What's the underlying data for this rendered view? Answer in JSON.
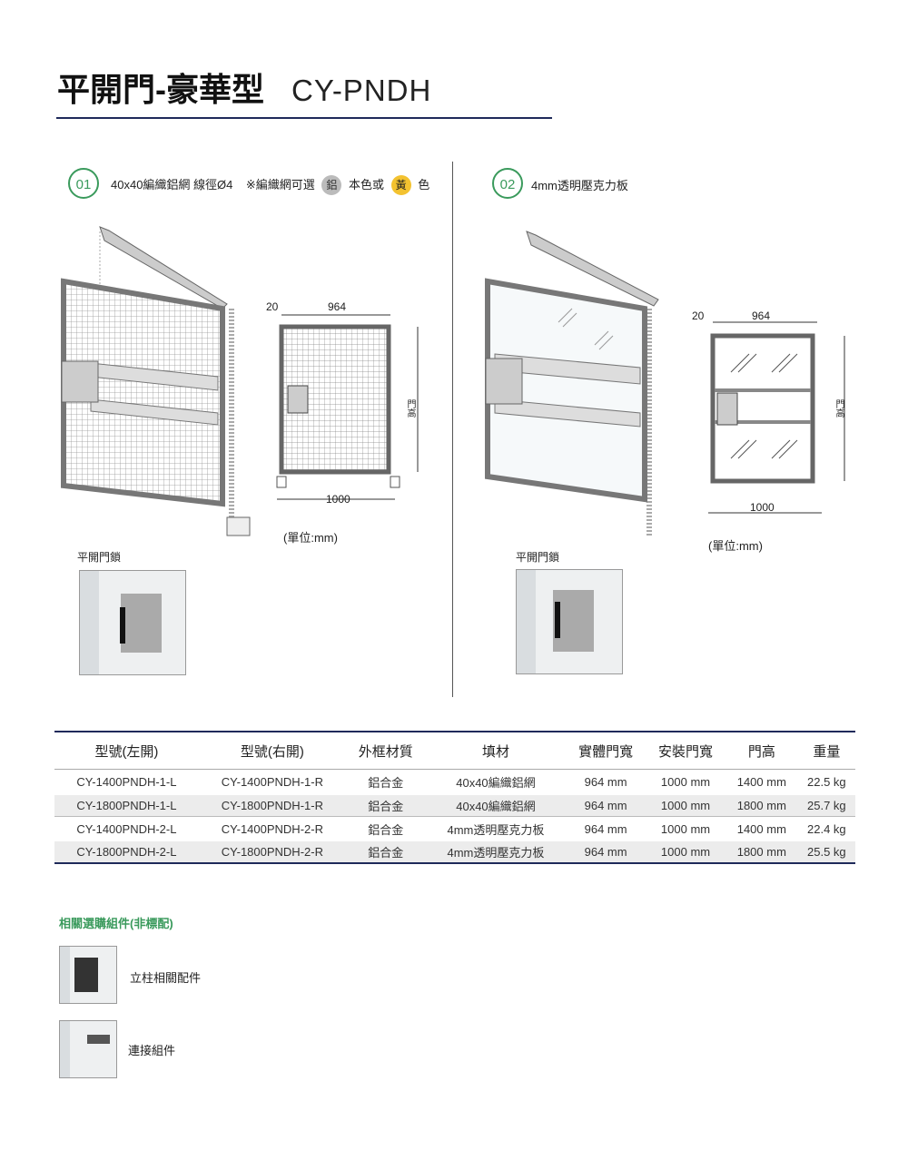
{
  "title": {
    "zh": "平開門-豪華型",
    "en": "CY-PNDH"
  },
  "option1": {
    "num": "01",
    "text": "40x40編織鋁網 線徑Ø4",
    "note": "※編織網可選",
    "dot1": "鋁",
    "mid": "本色或",
    "dot2": "黃",
    "end": "色"
  },
  "option2": {
    "num": "02",
    "text": "4mm透明壓克力板"
  },
  "diagram": {
    "dim_20": "20",
    "dim_964": "964",
    "dim_1000": "1000",
    "height_label": "門高",
    "unit": "(單位:mm)",
    "lock_label": "平開門鎖"
  },
  "table": {
    "headers": [
      "型號(左開)",
      "型號(右開)",
      "外框材質",
      "填材",
      "實體門寬",
      "安裝門寬",
      "門高",
      "重量"
    ],
    "rows": [
      [
        "CY-1400PNDH-1-L",
        "CY-1400PNDH-1-R",
        "鋁合金",
        "40x40編織鋁網",
        "964 mm",
        "1000 mm",
        "1400 mm",
        "22.5 kg"
      ],
      [
        "CY-1800PNDH-1-L",
        "CY-1800PNDH-1-R",
        "鋁合金",
        "40x40編織鋁網",
        "964 mm",
        "1000 mm",
        "1800 mm",
        "25.7 kg"
      ],
      [
        "CY-1400PNDH-2-L",
        "CY-1400PNDH-2-R",
        "鋁合金",
        "4mm透明壓克力板",
        "964 mm",
        "1000 mm",
        "1400 mm",
        "22.4 kg"
      ],
      [
        "CY-1800PNDH-2-L",
        "CY-1800PNDH-2-R",
        "鋁合金",
        "4mm透明壓克力板",
        "964 mm",
        "1000 mm",
        "1800 mm",
        "25.5 kg"
      ]
    ]
  },
  "accessories": {
    "heading": "相關選購組件(非標配)",
    "items": [
      "立柱相關配件",
      "連接組件"
    ]
  },
  "colors": {
    "navy": "#1f2a5a",
    "green": "#3a9a5c",
    "yellow": "#f3c230"
  }
}
